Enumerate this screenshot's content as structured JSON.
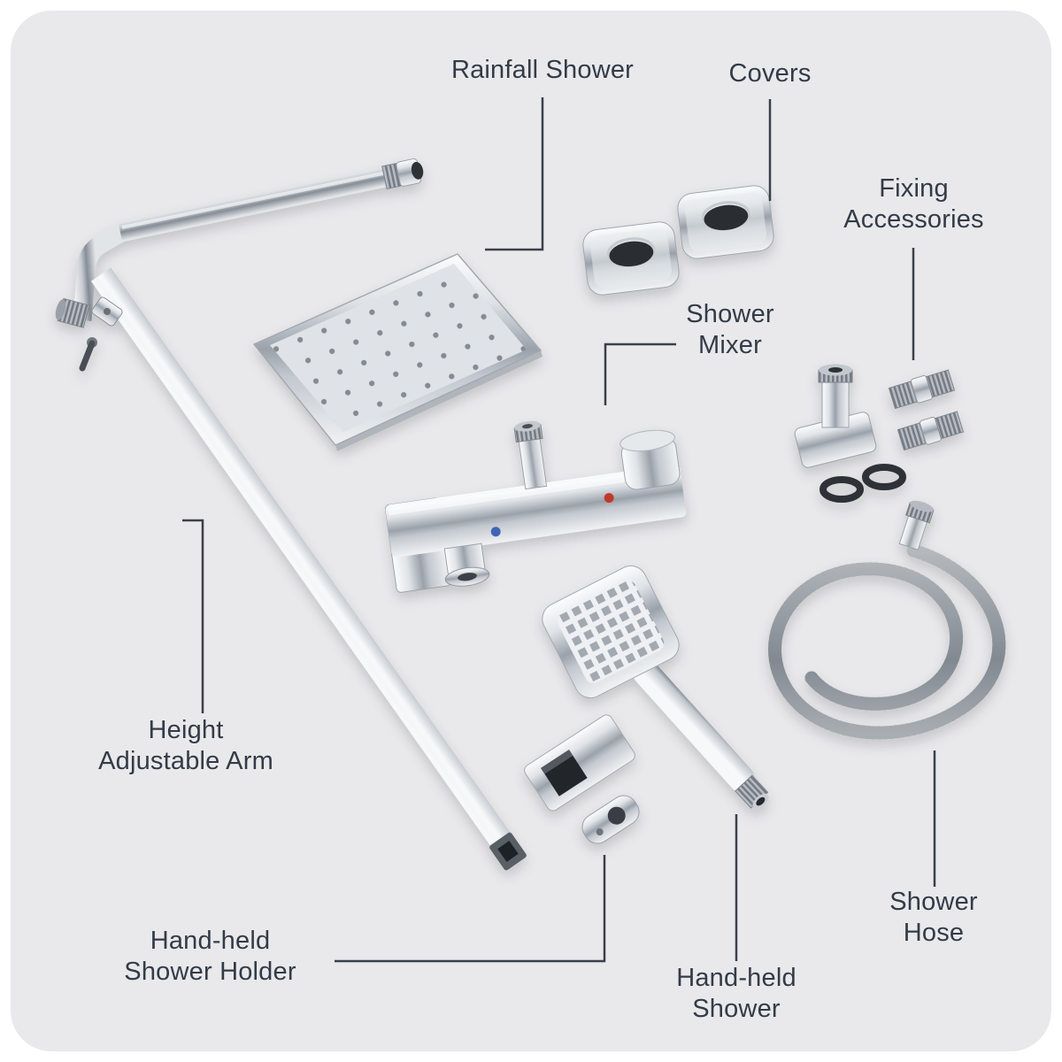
{
  "colors": {
    "background": "#e9e9ec",
    "label_text": "#333b47",
    "callout_line": "#3a4049",
    "hot_indicator": "#c0392b",
    "cold_indicator": "#3f63b5"
  },
  "labels": {
    "rainfall_shower": {
      "lines": [
        "Rainfall Shower"
      ]
    },
    "covers": {
      "lines": [
        "Covers"
      ]
    },
    "fixing_accessories": {
      "lines": [
        "Fixing",
        "Accessories"
      ]
    },
    "shower_mixer": {
      "lines": [
        "Shower",
        "Mixer"
      ]
    },
    "height_adjustable_arm": {
      "lines": [
        "Height",
        "Adjustable Arm"
      ]
    },
    "hand_held_shower_holder": {
      "lines": [
        "Hand-held",
        "Shower Holder"
      ]
    },
    "hand_held_shower": {
      "lines": [
        "Hand-held",
        "Shower"
      ]
    },
    "shower_hose": {
      "lines": [
        "Shower",
        "Hose"
      ]
    }
  }
}
